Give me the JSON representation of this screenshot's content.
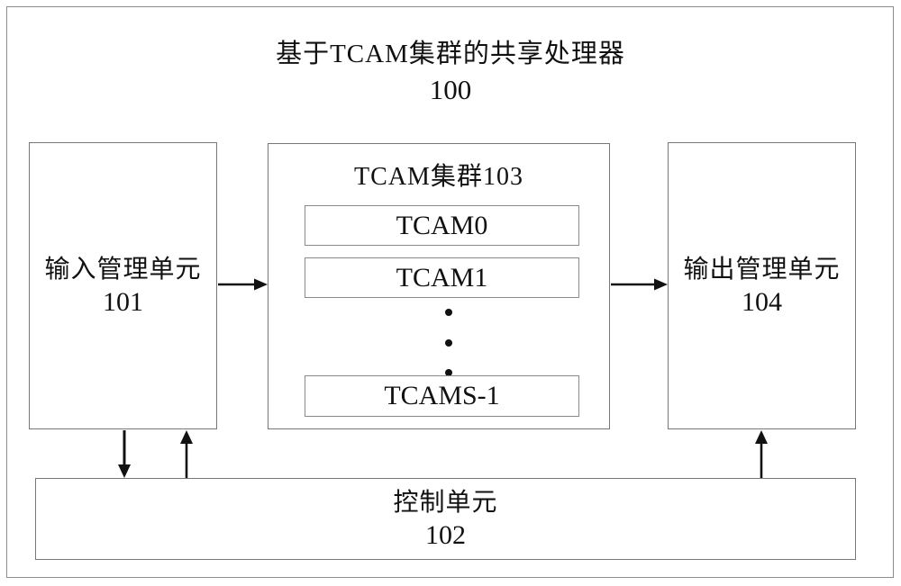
{
  "diagram": {
    "title": "基于TCAM集群的共享处理器",
    "title_number": "100",
    "input_unit": {
      "label": "输入管理单元",
      "number": "101"
    },
    "tcam_cluster": {
      "title": "TCAM集群103",
      "items": [
        "TCAM0",
        "TCAM1",
        "TCAMS-1"
      ],
      "ellipsis": "⋮"
    },
    "output_unit": {
      "label": "输出管理单元",
      "number": "104"
    },
    "control_unit": {
      "label": "控制单元",
      "number": "102"
    },
    "colors": {
      "background": "#ffffff",
      "outer_border": "#8c8c8c",
      "box_border": "#777777",
      "arrow": "#111111",
      "text": "#111111"
    }
  }
}
